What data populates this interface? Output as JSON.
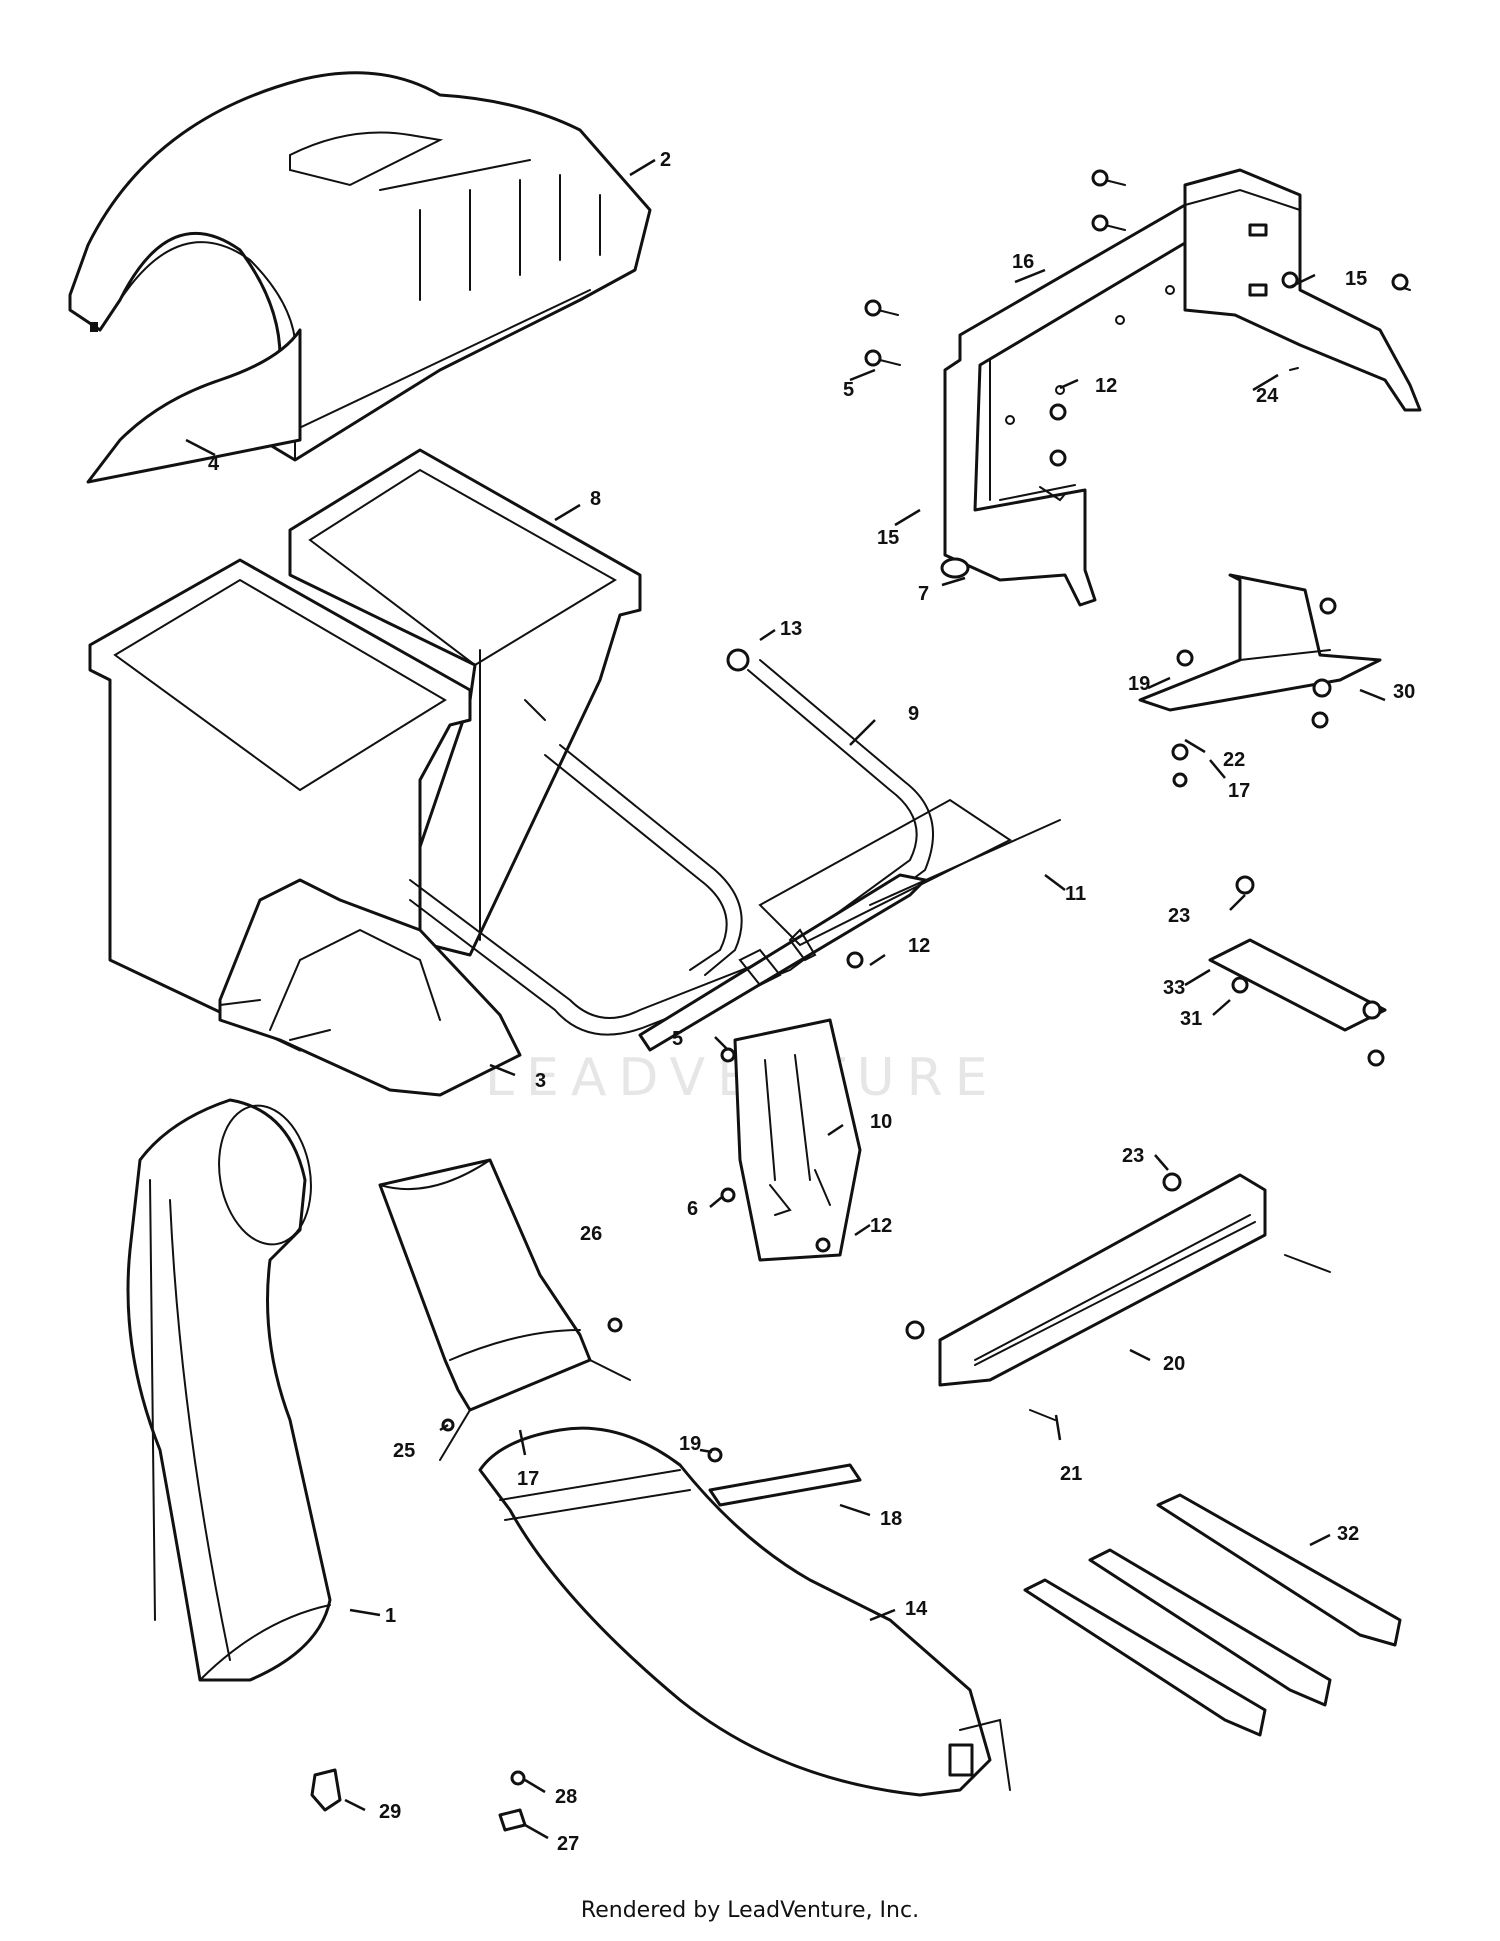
{
  "watermark": "LEADVENTURE",
  "footer": "Rendered by LeadVenture, Inc.",
  "callouts": [
    "2",
    "4",
    "16",
    "15",
    "5",
    "12",
    "24",
    "15",
    "7",
    "8",
    "3",
    "13",
    "9",
    "19",
    "30",
    "22",
    "17",
    "11",
    "12",
    "23",
    "33",
    "31",
    "5",
    "10",
    "6",
    "12",
    "26",
    "23",
    "20",
    "25",
    "17",
    "21",
    "19",
    "18",
    "1",
    "14",
    "32",
    "29",
    "28",
    "27"
  ]
}
